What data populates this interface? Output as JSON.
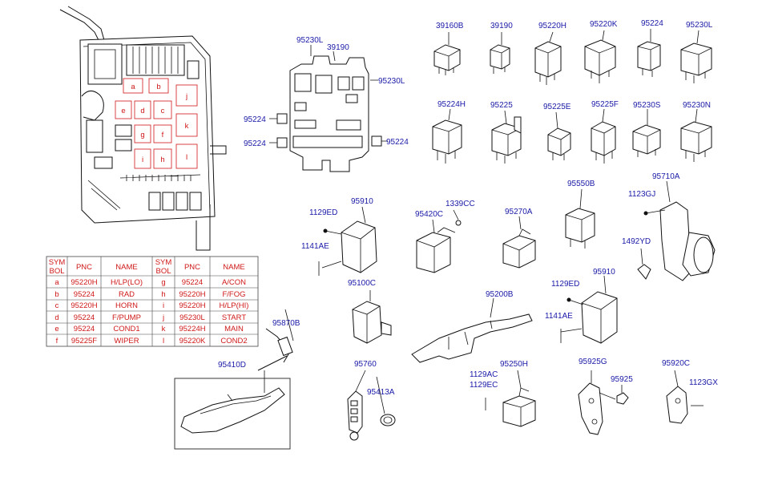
{
  "fuse_box_labels": [
    "a",
    "b",
    "c",
    "d",
    "e",
    "f",
    "g",
    "h",
    "i",
    "j",
    "k",
    "l"
  ],
  "table": {
    "headers": [
      "SYM BOL",
      "PNC",
      "NAME",
      "SYM BOL",
      "PNC",
      "NAME"
    ],
    "header_lines": {
      "sym_line1": "SYM",
      "sym_line2": "BOL"
    },
    "rows": [
      [
        "a",
        "95220H",
        "H/LP(LO)",
        "g",
        "95224",
        "A/CON"
      ],
      [
        "b",
        "95224",
        "RAD",
        "h",
        "95220H",
        "F/FOG"
      ],
      [
        "c",
        "95220H",
        "HORN",
        "i",
        "95220H",
        "H/LP(HI)"
      ],
      [
        "d",
        "95224",
        "F/PUMP",
        "j",
        "95230L",
        "START"
      ],
      [
        "e",
        "95224",
        "COND1",
        "k",
        "95224H",
        "MAIN"
      ],
      [
        "f",
        "95225F",
        "WIPER",
        "l",
        "95220K",
        "COND2"
      ]
    ]
  },
  "part_labels": {
    "p95230L_a": "95230L",
    "p39190_a": "39190",
    "p95230L_b": "95230L",
    "p95224_a": "95224",
    "p95224_b": "95224",
    "p95224_c": "95224",
    "p39160B": "39160B",
    "p39190_b": "39190",
    "p95220H": "95220H",
    "p95220K": "95220K",
    "p95224_top": "95224",
    "p95230L_top": "95230L",
    "p95224H": "95224H",
    "p95225": "95225",
    "p95225E": "95225E",
    "p95225F": "95225F",
    "p95230S": "95230S",
    "p95230N": "95230N",
    "p1129ED_a": "1129ED",
    "p95910_a": "95910",
    "p1141AE_a": "1141AE",
    "p95100C": "95100C",
    "p95420C": "95420C",
    "p1339CC": "1339CC",
    "p95270A": "95270A",
    "p95550B": "95550B",
    "p1123GJ": "1123GJ",
    "p95710A": "95710A",
    "p1492YD": "1492YD",
    "p95910_b": "95910",
    "p1129ED_b": "1129ED",
    "p1141AE_b": "1141AE",
    "p95200B": "95200B",
    "p95870B": "95870B",
    "p95410D": "95410D",
    "p95760": "95760",
    "p95413A": "95413A",
    "p1129AC": "1129AC",
    "p1129EC": "1129EC",
    "p95250H": "95250H",
    "p95925G": "95925G",
    "p95925": "95925",
    "p95920C": "95920C",
    "p1123GX": "1123GX"
  }
}
